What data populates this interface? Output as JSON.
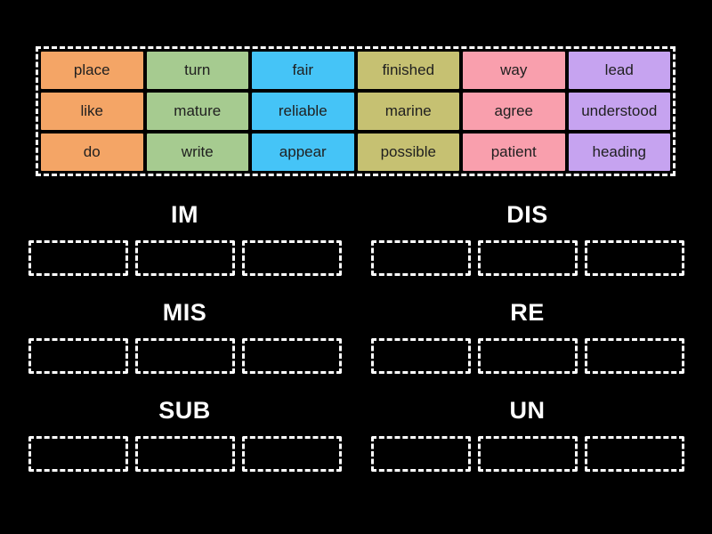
{
  "palette": {
    "background": "#000000",
    "dashed_border": "#ffffff",
    "tile_text": "#1f1f1f",
    "header_text": "#ffffff",
    "orange": "#f4a566",
    "green": "#a6cb90",
    "blue": "#45c4f7",
    "olive": "#c6c172",
    "pink": "#f99fad",
    "purple": "#c6a3f0"
  },
  "tiles": [
    {
      "label": "place",
      "color": "orange"
    },
    {
      "label": "turn",
      "color": "green"
    },
    {
      "label": "fair",
      "color": "blue"
    },
    {
      "label": "finished",
      "color": "olive"
    },
    {
      "label": "way",
      "color": "pink"
    },
    {
      "label": "lead",
      "color": "purple"
    },
    {
      "label": "like",
      "color": "orange"
    },
    {
      "label": "mature",
      "color": "green"
    },
    {
      "label": "reliable",
      "color": "blue"
    },
    {
      "label": "marine",
      "color": "olive"
    },
    {
      "label": "agree",
      "color": "pink"
    },
    {
      "label": "understood",
      "color": "purple"
    },
    {
      "label": "do",
      "color": "orange"
    },
    {
      "label": "write",
      "color": "green"
    },
    {
      "label": "appear",
      "color": "blue"
    },
    {
      "label": "possible",
      "color": "olive"
    },
    {
      "label": "patient",
      "color": "pink"
    },
    {
      "label": "heading",
      "color": "purple"
    }
  ],
  "groups": [
    {
      "label": "IM",
      "slot_count": 3
    },
    {
      "label": "DIS",
      "slot_count": 3
    },
    {
      "label": "MIS",
      "slot_count": 3
    },
    {
      "label": "RE",
      "slot_count": 3
    },
    {
      "label": "SUB",
      "slot_count": 3
    },
    {
      "label": "UN",
      "slot_count": 3
    }
  ]
}
